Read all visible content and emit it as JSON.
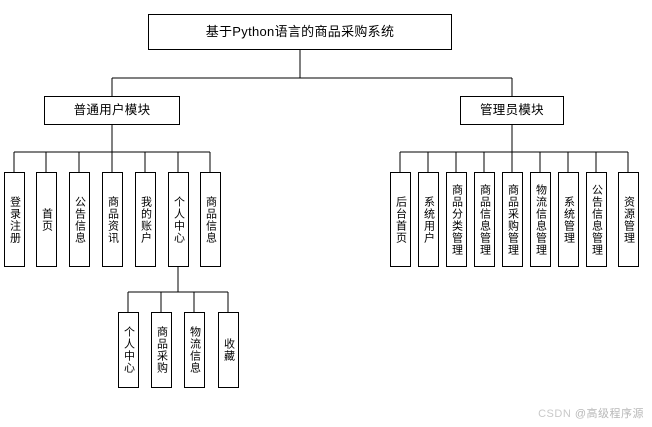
{
  "diagram": {
    "type": "tree",
    "title": "基于Python语言的商品采购系统",
    "branches": [
      {
        "label": "普通用户模块",
        "children": [
          {
            "label": "登录注册"
          },
          {
            "label": "首页"
          },
          {
            "label": "公告信息"
          },
          {
            "label": "商品资讯"
          },
          {
            "label": "我的账户"
          },
          {
            "label": "个人中心",
            "children": [
              {
                "label": "个人中心"
              },
              {
                "label": "商品采购"
              },
              {
                "label": "物流信息"
              },
              {
                "label": "收藏"
              }
            ]
          },
          {
            "label": "商品信息"
          }
        ]
      },
      {
        "label": "管理员模块",
        "children": [
          {
            "label": "后台首页"
          },
          {
            "label": "系统用户"
          },
          {
            "label": "商品分类管理"
          },
          {
            "label": "商品信息管理"
          },
          {
            "label": "商品采购管理"
          },
          {
            "label": "物流信息管理"
          },
          {
            "label": "系统管理"
          },
          {
            "label": "公告信息管理"
          },
          {
            "label": "资源管理"
          }
        ]
      }
    ]
  },
  "watermark": {
    "prefix": "CSDN",
    "text": "@高级程序源"
  },
  "colors": {
    "stroke": "#000000",
    "background": "#ffffff",
    "watermark": "#b8b8b8"
  }
}
